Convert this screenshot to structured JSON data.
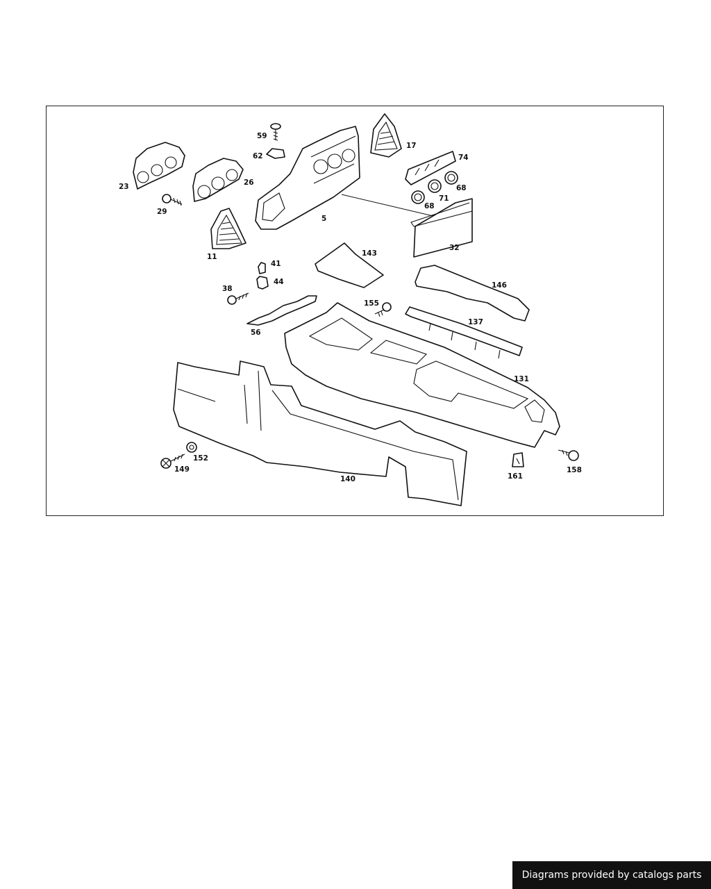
{
  "diagram": {
    "callouts": {
      "p5": "5",
      "p11": "11",
      "p17": "17",
      "p23": "23",
      "p26": "26",
      "p29": "29",
      "p32": "32",
      "p38": "38",
      "p41": "41",
      "p44": "44",
      "p56": "56",
      "p59": "59",
      "p62": "62",
      "p68a": "68",
      "p68b": "68",
      "p71": "71",
      "p74": "74",
      "p131": "131",
      "p137": "137",
      "p140": "140",
      "p143": "143",
      "p146": "146",
      "p149": "149",
      "p152": "152",
      "p155": "155",
      "p158": "158",
      "p161": "161"
    }
  },
  "footer": {
    "text": "Diagrams provided by catalogs parts",
    "bg_color": "#111111",
    "text_color": "#ffffff"
  }
}
